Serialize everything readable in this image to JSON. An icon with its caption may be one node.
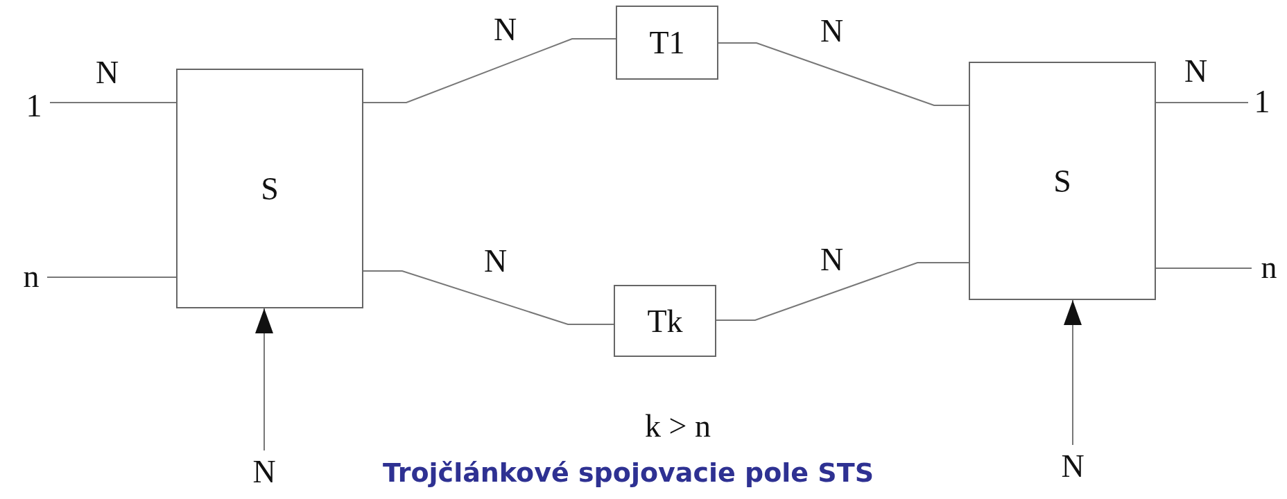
{
  "diagram": {
    "caption": "Trojčlánkové spojovacie pole STS",
    "nodes": [
      {
        "text": [
          "1"
        ]
      },
      {
        "text": [
          "n"
        ]
      },
      {
        "text": [
          "S"
        ]
      },
      {
        "text": [
          "T1"
        ]
      },
      {
        "text": [
          "Tk"
        ]
      },
      {
        "text": [
          "S"
        ]
      },
      {
        "text": [
          "1"
        ]
      },
      {
        "text": [
          "n"
        ]
      },
      {
        "text": [
          "N"
        ]
      },
      {
        "text": [
          "N"
        ]
      }
    ],
    "edges": [
      {
        "from": 0,
        "to": 2,
        "arrow": "none",
        "label": "N"
      },
      {
        "from": 1,
        "to": 2,
        "arrow": "none"
      },
      {
        "from": 2,
        "to": 3,
        "arrow": "none",
        "label": "N"
      },
      {
        "from": 2,
        "to": 4,
        "arrow": "none",
        "label": "N"
      },
      {
        "from": 3,
        "to": 5,
        "arrow": "none",
        "label": "N"
      },
      {
        "from": 4,
        "to": 5,
        "arrow": "none",
        "label": "N"
      },
      {
        "from": 5,
        "to": 6,
        "arrow": "none",
        "label": "N"
      },
      {
        "from": 5,
        "to": 7,
        "arrow": "none"
      },
      {
        "from": 8,
        "to": 2,
        "arrow": "to"
      },
      {
        "from": 9,
        "to": 5,
        "arrow": "to"
      }
    ],
    "labels": [
      "k > n"
    ]
  }
}
